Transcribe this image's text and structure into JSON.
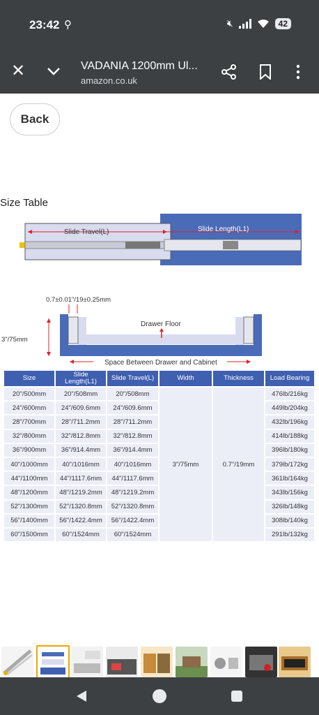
{
  "status": {
    "time": "23:42",
    "battery": "42"
  },
  "toolbar": {
    "title": "VADANIA 1200mm Ul...",
    "url": "amazon.co.uk"
  },
  "page": {
    "back_label": "Back",
    "section_title": "Size Table"
  },
  "diagram": {
    "slide_travel": "Slide Travel(L)",
    "slide_length": "Slide Length(L1)",
    "thickness_dim": "0.7±0.01\"/19±0.25mm",
    "height_dim": "3\"/75mm",
    "drawer_floor": "Drawer Floor",
    "space_label": "Space Between Drawer and Cabinet"
  },
  "table": {
    "headers": [
      "Size",
      "Slide Length(L1)",
      "Slide Travel(L)",
      "Width",
      "Thickness",
      "Load Bearing"
    ],
    "rows": [
      [
        "20\"/500mm",
        "20\"/508mm",
        "20\"/508mm",
        "476lb/216kg"
      ],
      [
        "24\"/600mm",
        "24\"/609.6mm",
        "24\"/609.6mm",
        "449lb/204kg"
      ],
      [
        "28\"/700mm",
        "28\"/711.2mm",
        "28\"/711.2mm",
        "432lb/196kg"
      ],
      [
        "32\"/800mm",
        "32\"/812.8mm",
        "32\"/812.8mm",
        "414lb/188kg"
      ],
      [
        "36\"/900mm",
        "36\"/914.4mm",
        "36\"/914.4mm",
        "396lb/180kg"
      ],
      [
        "40\"/1000mm",
        "40\"/1016mm",
        "40\"/1016mm",
        "379lb/172kg"
      ],
      [
        "44\"/1100mm",
        "44\"/1117.6mm",
        "44\"/1117.6mm",
        "361lb/164kg"
      ],
      [
        "48\"/1200mm",
        "48\"/1219.2mm",
        "48\"/1219.2mm",
        "343lb/156kg"
      ],
      [
        "52\"/1300mm",
        "52\"/1320.8mm",
        "52\"/1320.8mm",
        "326lb/148kg"
      ],
      [
        "56\"/1400mm",
        "56\"/1422.4mm",
        "56\"/1422.4mm",
        "308lb/140kg"
      ],
      [
        "60\"/1500mm",
        "60\"/1524mm",
        "60\"/1524mm",
        "291lb/132kg"
      ]
    ],
    "width_value": "3\"/75mm",
    "thickness_value": "0.7\"/19mm"
  },
  "colors": {
    "chrome": "#3c4043",
    "header_blue": "#3f5fb0",
    "cell_bg": "#eceef7",
    "accent_red": "#e0202a",
    "thumb_selected": "#f0a400"
  }
}
